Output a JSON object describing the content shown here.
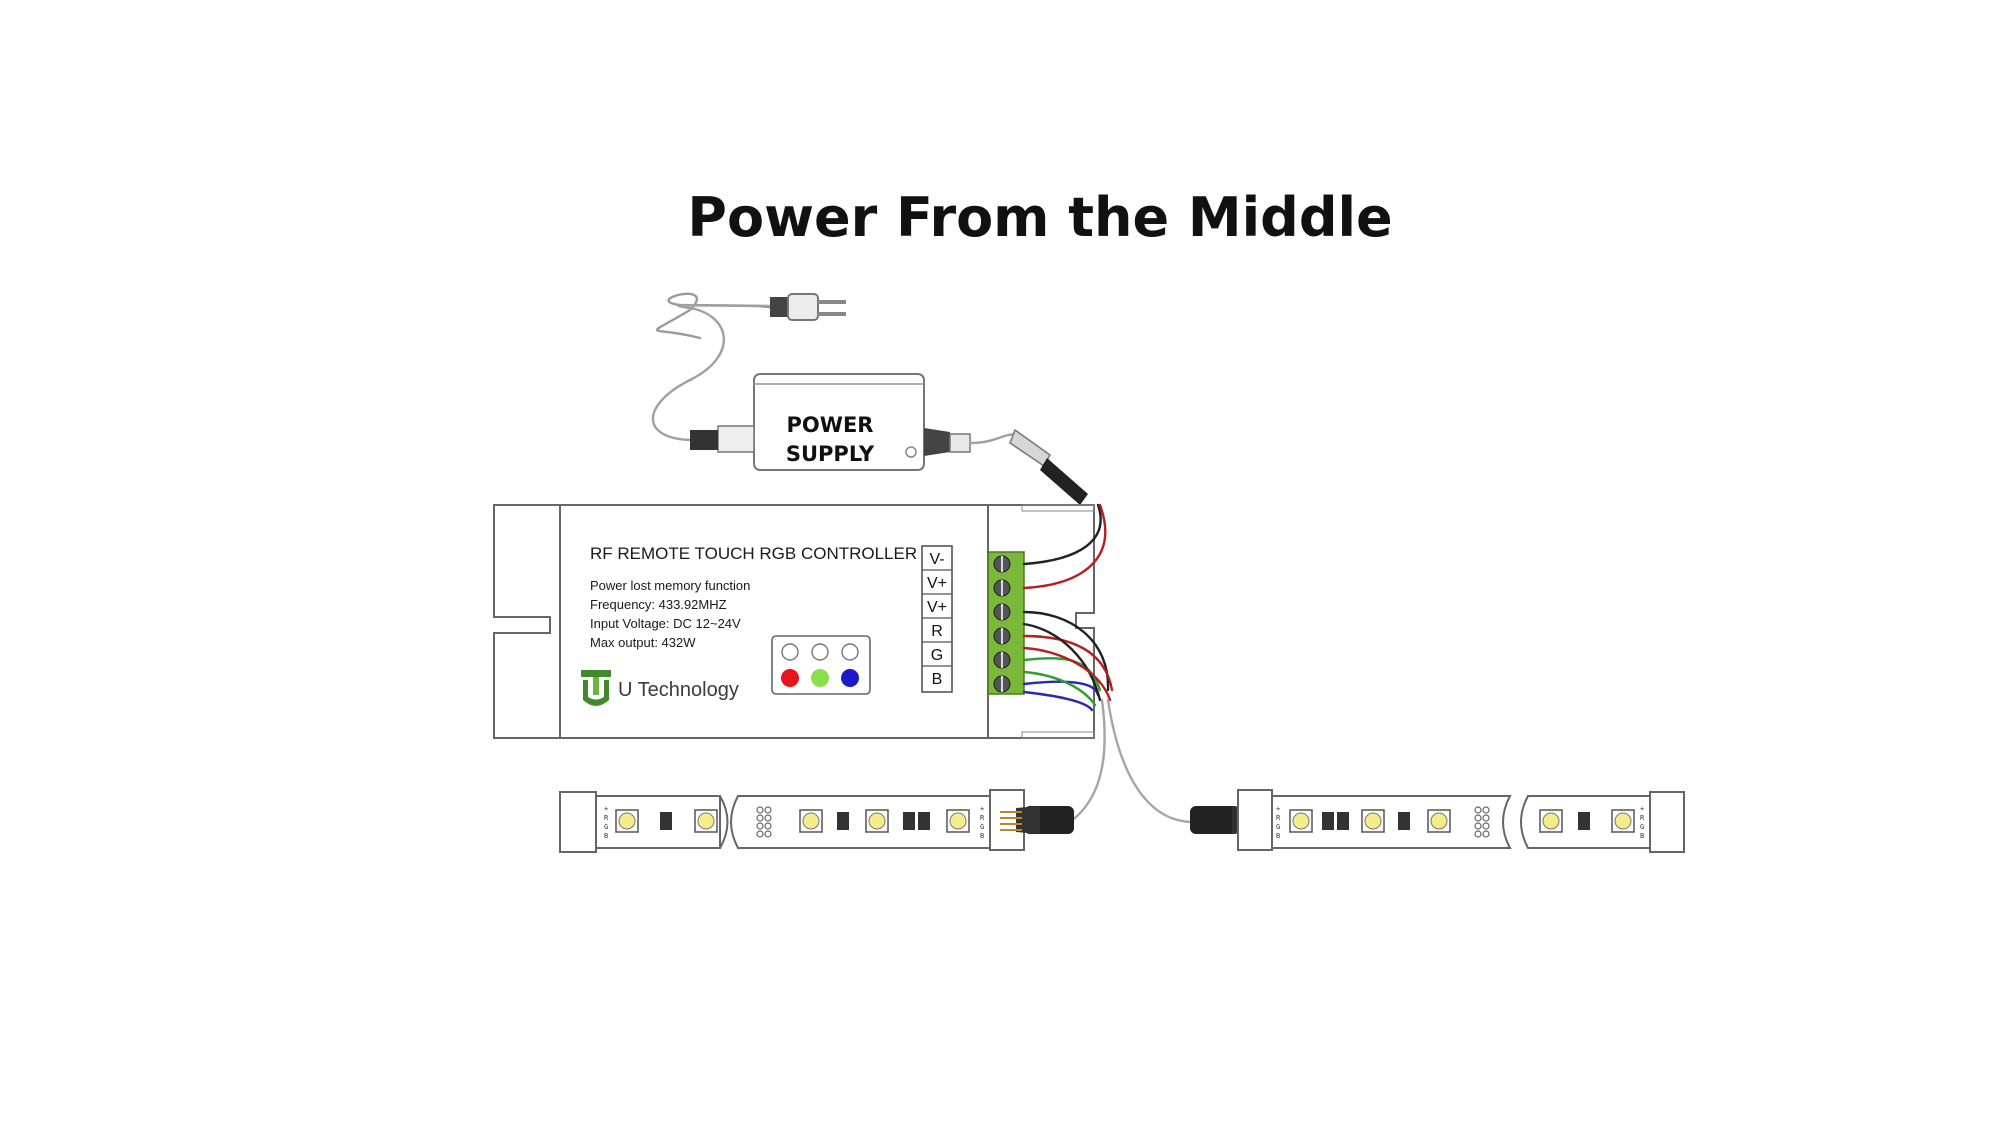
{
  "title": "Power From the Middle",
  "power_supply": {
    "line1": "POWER",
    "line2": "SUPPLY"
  },
  "controller": {
    "heading": "RF REMOTE TOUCH RGB CONTROLLER",
    "specs": [
      "Power lost memory function",
      "Frequency: 433.92MHZ",
      "Input Voltage: DC 12~24V",
      "Max output: 432W"
    ],
    "brand": "U Technology",
    "terminals": [
      "V-",
      "V+",
      "V+",
      "R",
      "G",
      "B"
    ],
    "indicator_colors": [
      "#e8141b",
      "#8be04a",
      "#1a1ac8"
    ]
  },
  "strip": {
    "pin_labels": [
      "+",
      "R",
      "G",
      "B"
    ]
  },
  "colors": {
    "wire_red": "#b51f1f",
    "wire_green": "#2e9e2e",
    "wire_blue": "#2a2ab5",
    "wire_black": "#222222",
    "terminal_block": "#7ab83a",
    "led": "#f3ee8a",
    "logo": "#3f8a2c"
  },
  "icons": [
    "plug-icon",
    "u-technology-logo"
  ]
}
